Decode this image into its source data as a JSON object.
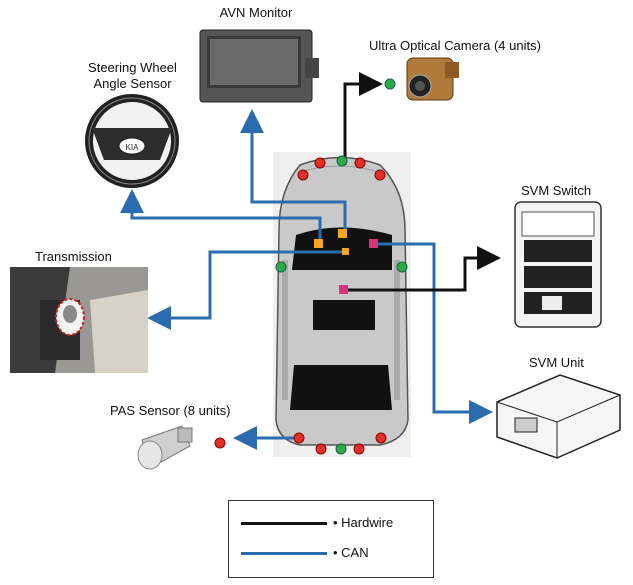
{
  "labels": {
    "avn_monitor": "AVN Monitor",
    "steering_line1": "Steering Wheel",
    "steering_line2": "Angle Sensor",
    "camera": "Ultra Optical Camera (4 units)",
    "transmission": "Transmission",
    "svm_switch": "SVM Switch",
    "svm_unit": "SVM Unit",
    "pas_sensor": "PAS Sensor (8 units)"
  },
  "legend": {
    "hardwire": "• Hardwire",
    "can": "• CAN"
  },
  "colors": {
    "hardwire": "#111111",
    "can": "#2b6cb0",
    "sensor_red": "#e0302a",
    "sensor_green": "#2fa84a",
    "ecu_orange": "#f5a623",
    "ecu_magenta": "#d6337a"
  },
  "icons": [
    "monitor-icon",
    "steering-wheel-icon",
    "camera-icon",
    "shifter-icon",
    "switch-panel-icon",
    "ecu-box-icon",
    "pas-sensor-icon",
    "car-top-view-icon"
  ]
}
